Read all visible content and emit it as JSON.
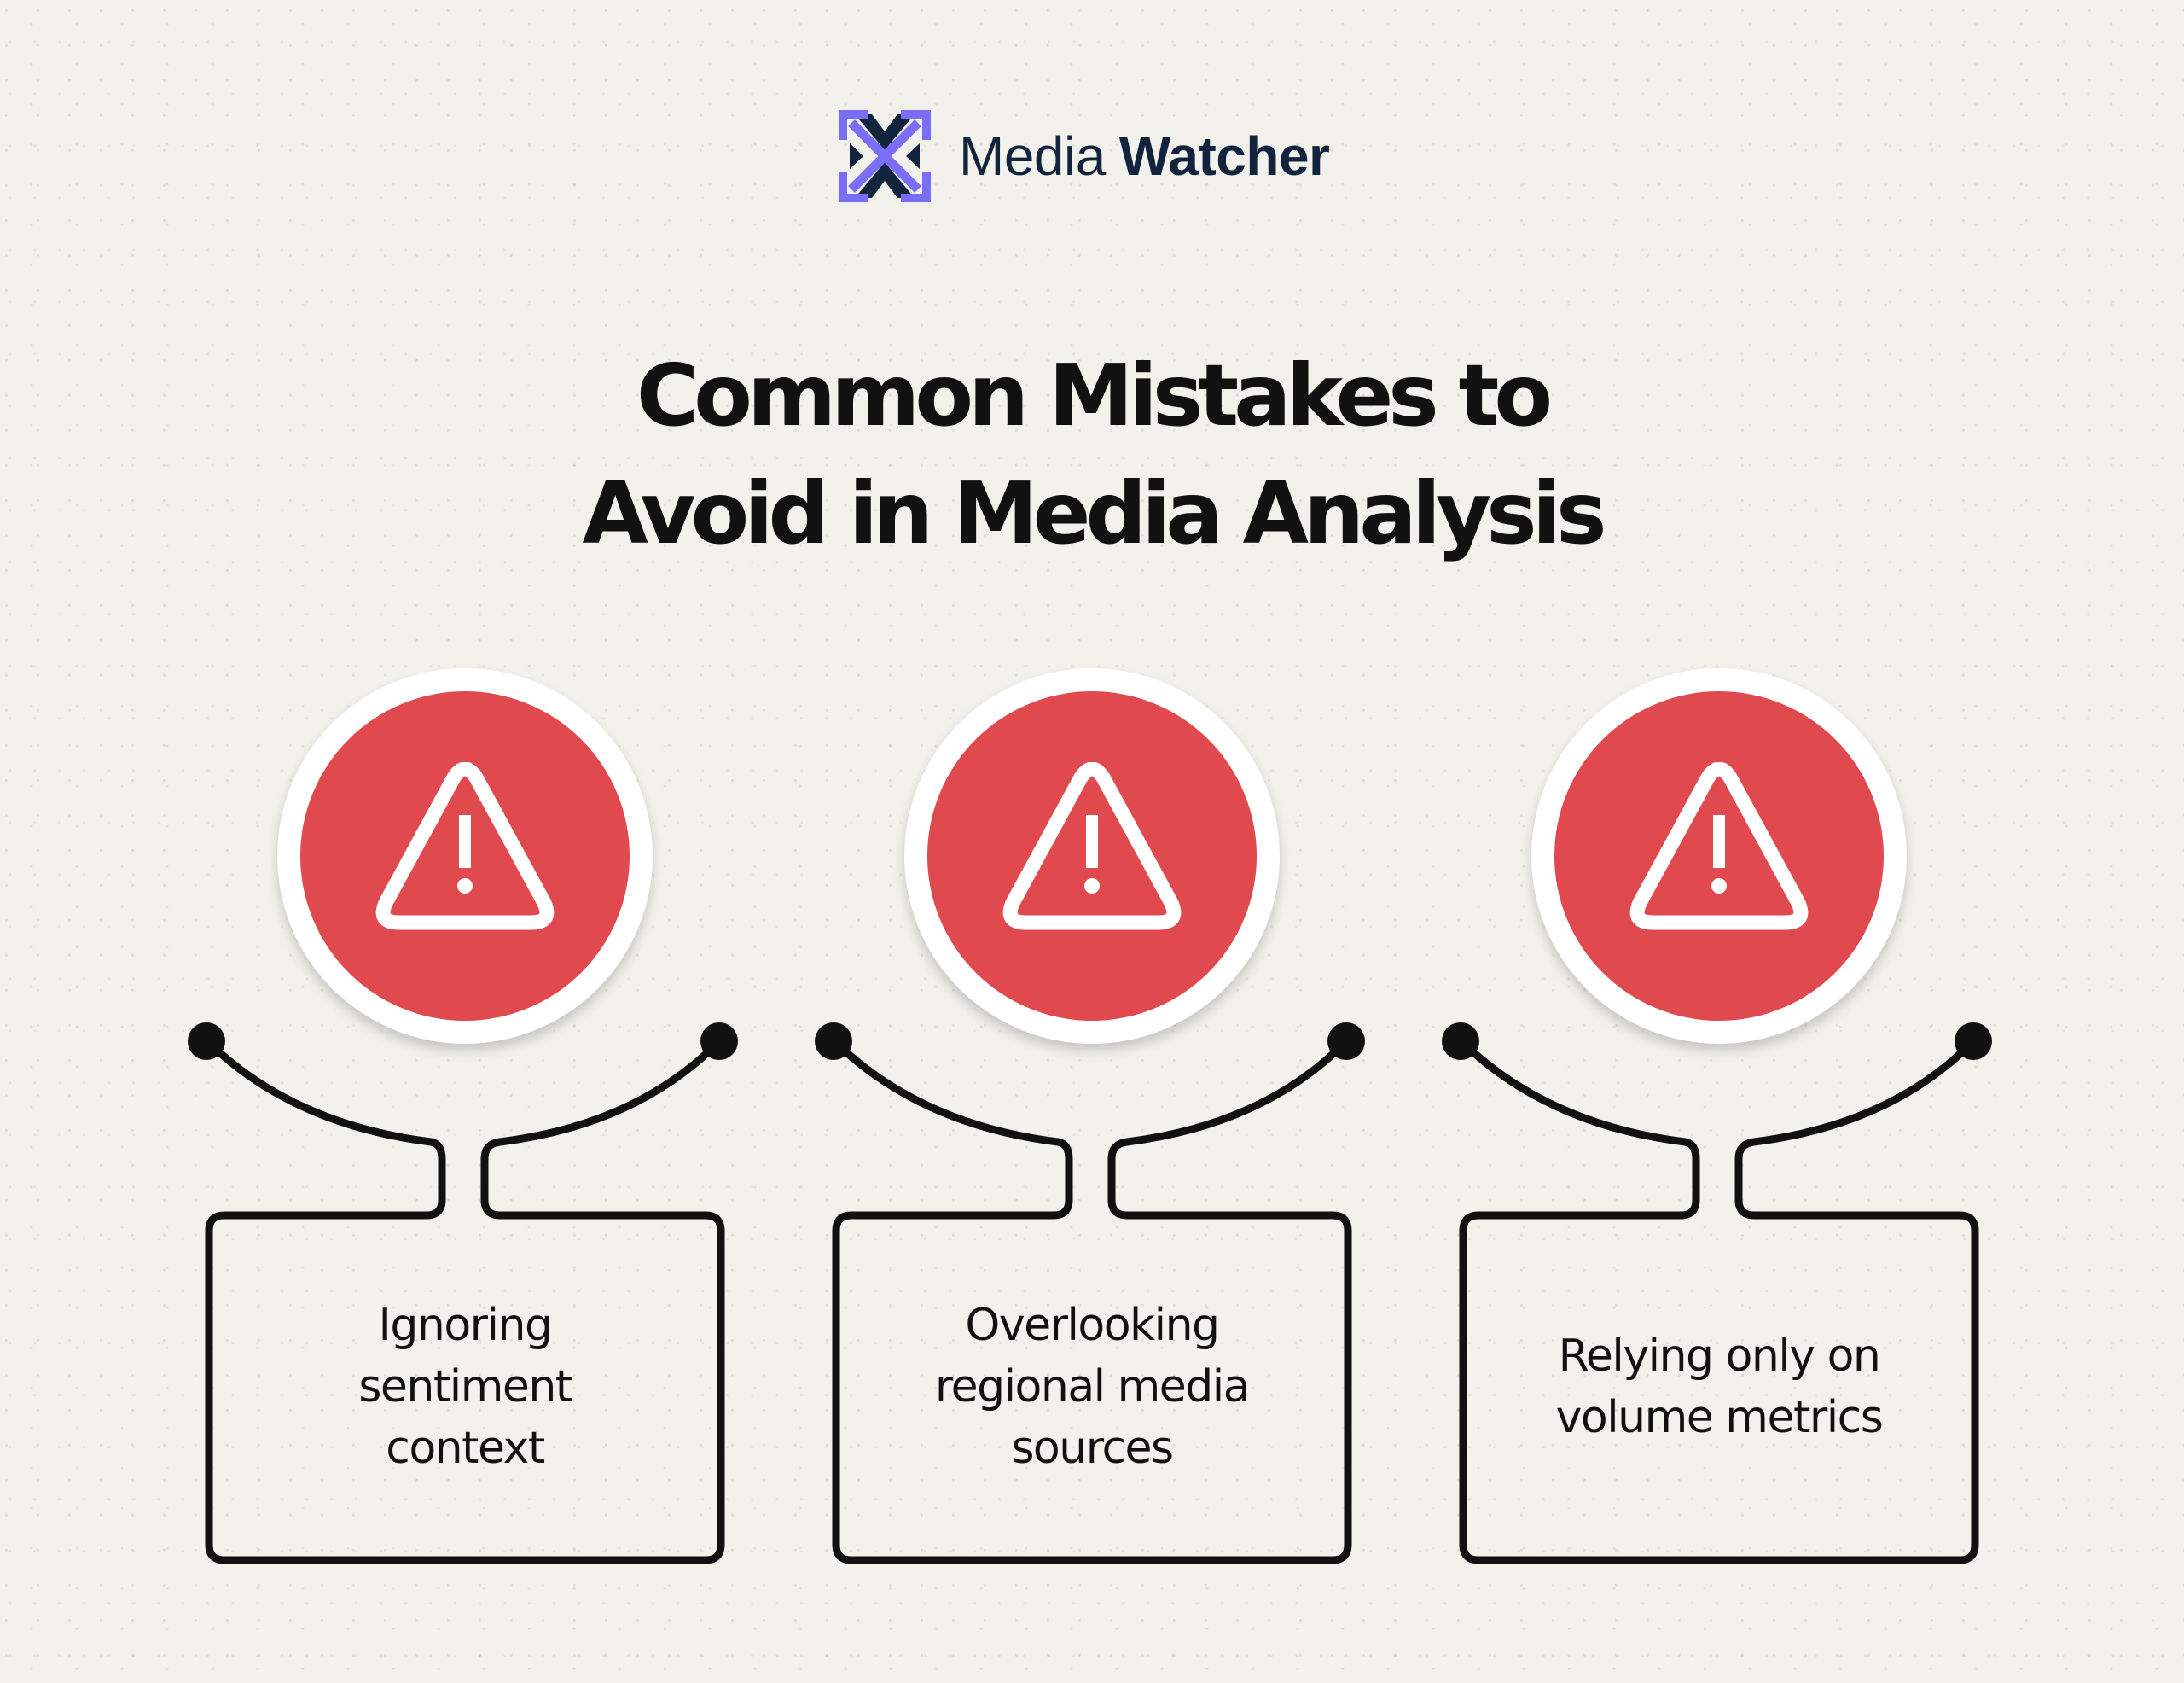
{
  "brand": {
    "name_light": "Media",
    "name_bold": "Watcher",
    "logo_icon": "crossed-arrows-x-logo",
    "colors": {
      "purple": "#7b6ef6",
      "navy": "#12233d"
    }
  },
  "title": {
    "line1": "Common Mistakes to",
    "line2": "Avoid in Media Analysis"
  },
  "colors": {
    "background": "#f3f1ec",
    "warning_red": "#e04a4e",
    "badge_ring": "#ffffff",
    "line": "#111111"
  },
  "mistakes": [
    {
      "icon": "warning-triangle-icon",
      "text": "Ignoring sentiment context",
      "lines": [
        "Ignoring",
        "sentiment",
        "context"
      ]
    },
    {
      "icon": "warning-triangle-icon",
      "text": "Overlooking regional media sources",
      "lines": [
        "Overlooking",
        "regional media",
        "sources"
      ]
    },
    {
      "icon": "warning-triangle-icon",
      "text": "Relying only on volume metrics",
      "lines": [
        "Relying only on",
        "volume metrics"
      ]
    }
  ]
}
